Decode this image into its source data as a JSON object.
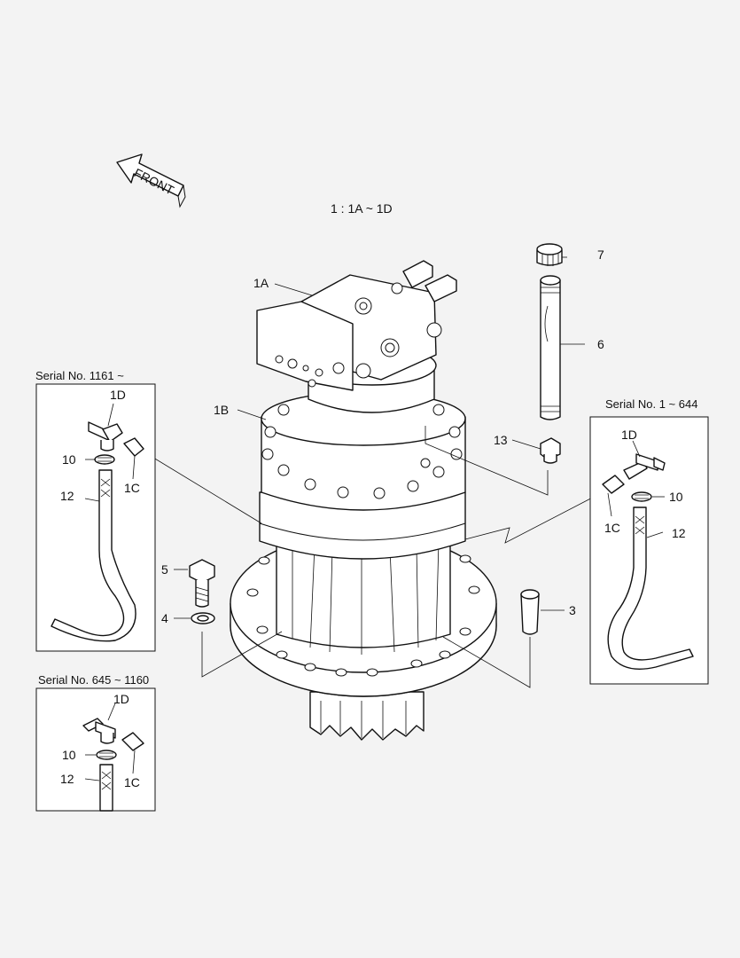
{
  "title": "1 : 1A ~ 1D",
  "front_arrow": {
    "label": "FRONT",
    "icon": "front-arrow-icon"
  },
  "callouts": {
    "c1a": "1A",
    "c1b": "1B",
    "c3": "3",
    "c4": "4",
    "c5": "5",
    "c6": "6",
    "c7": "7",
    "c13": "13"
  },
  "insets": {
    "left_upper": {
      "header": "Serial No. 1161 ~",
      "labels": {
        "d": "1D",
        "c": "1C",
        "n10": "10",
        "n12": "12"
      }
    },
    "left_lower": {
      "header": "Serial No. 645 ~ 1160",
      "labels": {
        "d": "1D",
        "c": "1C",
        "n10": "10",
        "n12": "12"
      }
    },
    "right": {
      "header": "Serial No. 1 ~ 644",
      "labels": {
        "d": "1D",
        "c": "1C",
        "n10": "10",
        "n12": "12"
      }
    }
  }
}
